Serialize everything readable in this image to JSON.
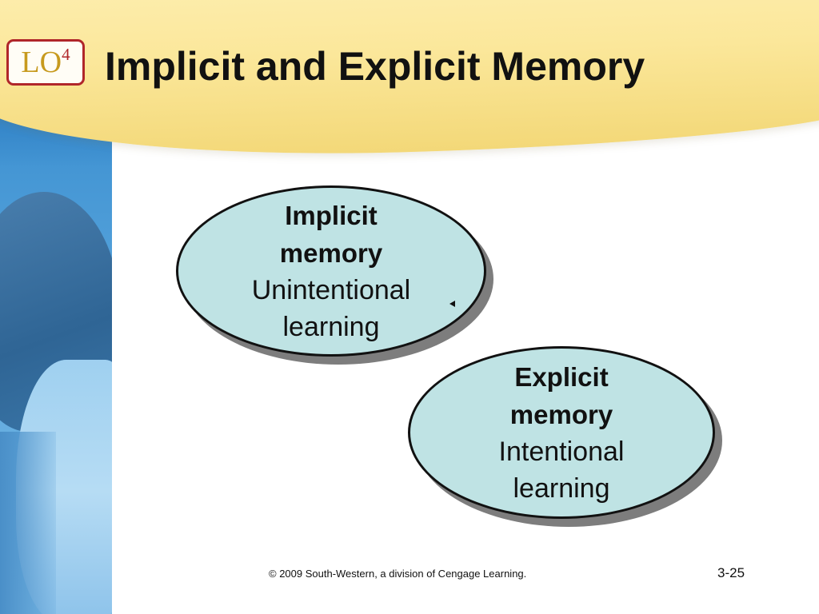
{
  "slide": {
    "badge": {
      "label": "LO",
      "number": "4"
    },
    "title": "Implicit and Explicit Memory",
    "concepts": [
      {
        "term_line1": "Implicit",
        "term_line2": "memory",
        "desc_line1": "Unintentional",
        "desc_line2": "learning"
      },
      {
        "term_line1": "Explicit",
        "term_line2": "memory",
        "desc_line1": "Intentional",
        "desc_line2": "learning"
      }
    ],
    "footer": {
      "copyright": "© 2009 South-Western, a division of Cengage Learning.",
      "slide_number": "3-25"
    }
  },
  "colors": {
    "banner": "#fbe79a",
    "badge_border": "#b0262a",
    "badge_text": "#c79a1e",
    "oval_fill": "#bfe3e4",
    "photo_band": "#5aa6dd"
  }
}
